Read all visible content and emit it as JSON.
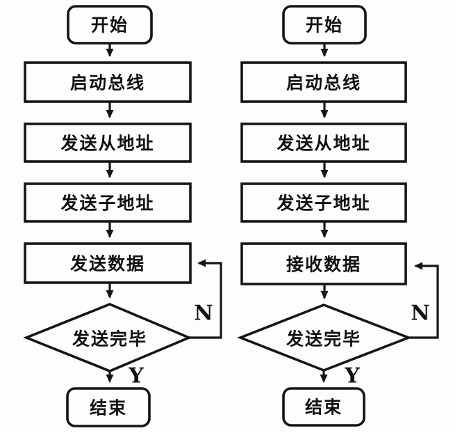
{
  "diagram": {
    "description": "Two side-by-side flowcharts (scanned, Chinese) for I2C-style bus send and receive routines",
    "colors": {
      "background": "#fdfdfb",
      "stroke": "#151515",
      "text": "#111111"
    },
    "left_chart": {
      "start": "开始",
      "step_bus": "启动总线",
      "step_slave_addr": "发送从地址",
      "step_sub_addr": "发送子地址",
      "step_data": "发送数据",
      "decision": "发送完毕",
      "end": "结束",
      "no_label": "N",
      "yes_label": "Y"
    },
    "right_chart": {
      "start": "开始",
      "step_bus": "启动总线",
      "step_slave_addr": "发送从地址",
      "step_sub_addr": "发送子地址",
      "step_data": "接收数据",
      "decision": "发送完毕",
      "end": "结束",
      "no_label": "N",
      "yes_label": "Y"
    }
  }
}
